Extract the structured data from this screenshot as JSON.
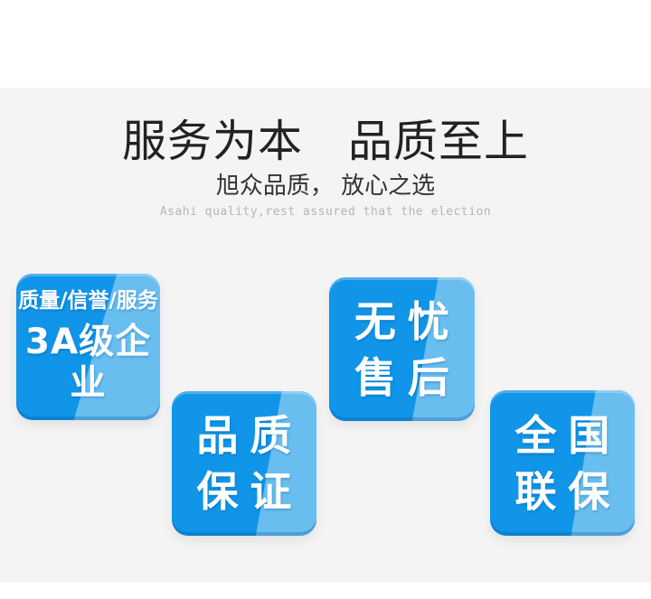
{
  "page": {
    "title": "服务为本　品质至上",
    "subtitle": "旭众品质， 放心之选",
    "subtitle_en": "Asahi quality,rest assured that the election"
  },
  "badges": [
    {
      "id": "3a-enterprise",
      "line1": "质量/信誉/服务",
      "line2": "3A级企业"
    },
    {
      "id": "quality-guarantee",
      "line1": "品质",
      "line2": "保证"
    },
    {
      "id": "worry-free-aftersales",
      "line1": "无忧",
      "line2": "售后"
    },
    {
      "id": "nationwide-warranty",
      "line1": "全国",
      "line2": "联保"
    }
  ],
  "colors": {
    "badge_blue": "#1095e8",
    "badge_gloss_blue": "#69bef0",
    "section_background": "#f4f4f5",
    "title_text": "#222222",
    "subtitle_text": "#333333",
    "subtitle_en_text": "#b5b5b5",
    "badge_text": "#ffffff"
  }
}
